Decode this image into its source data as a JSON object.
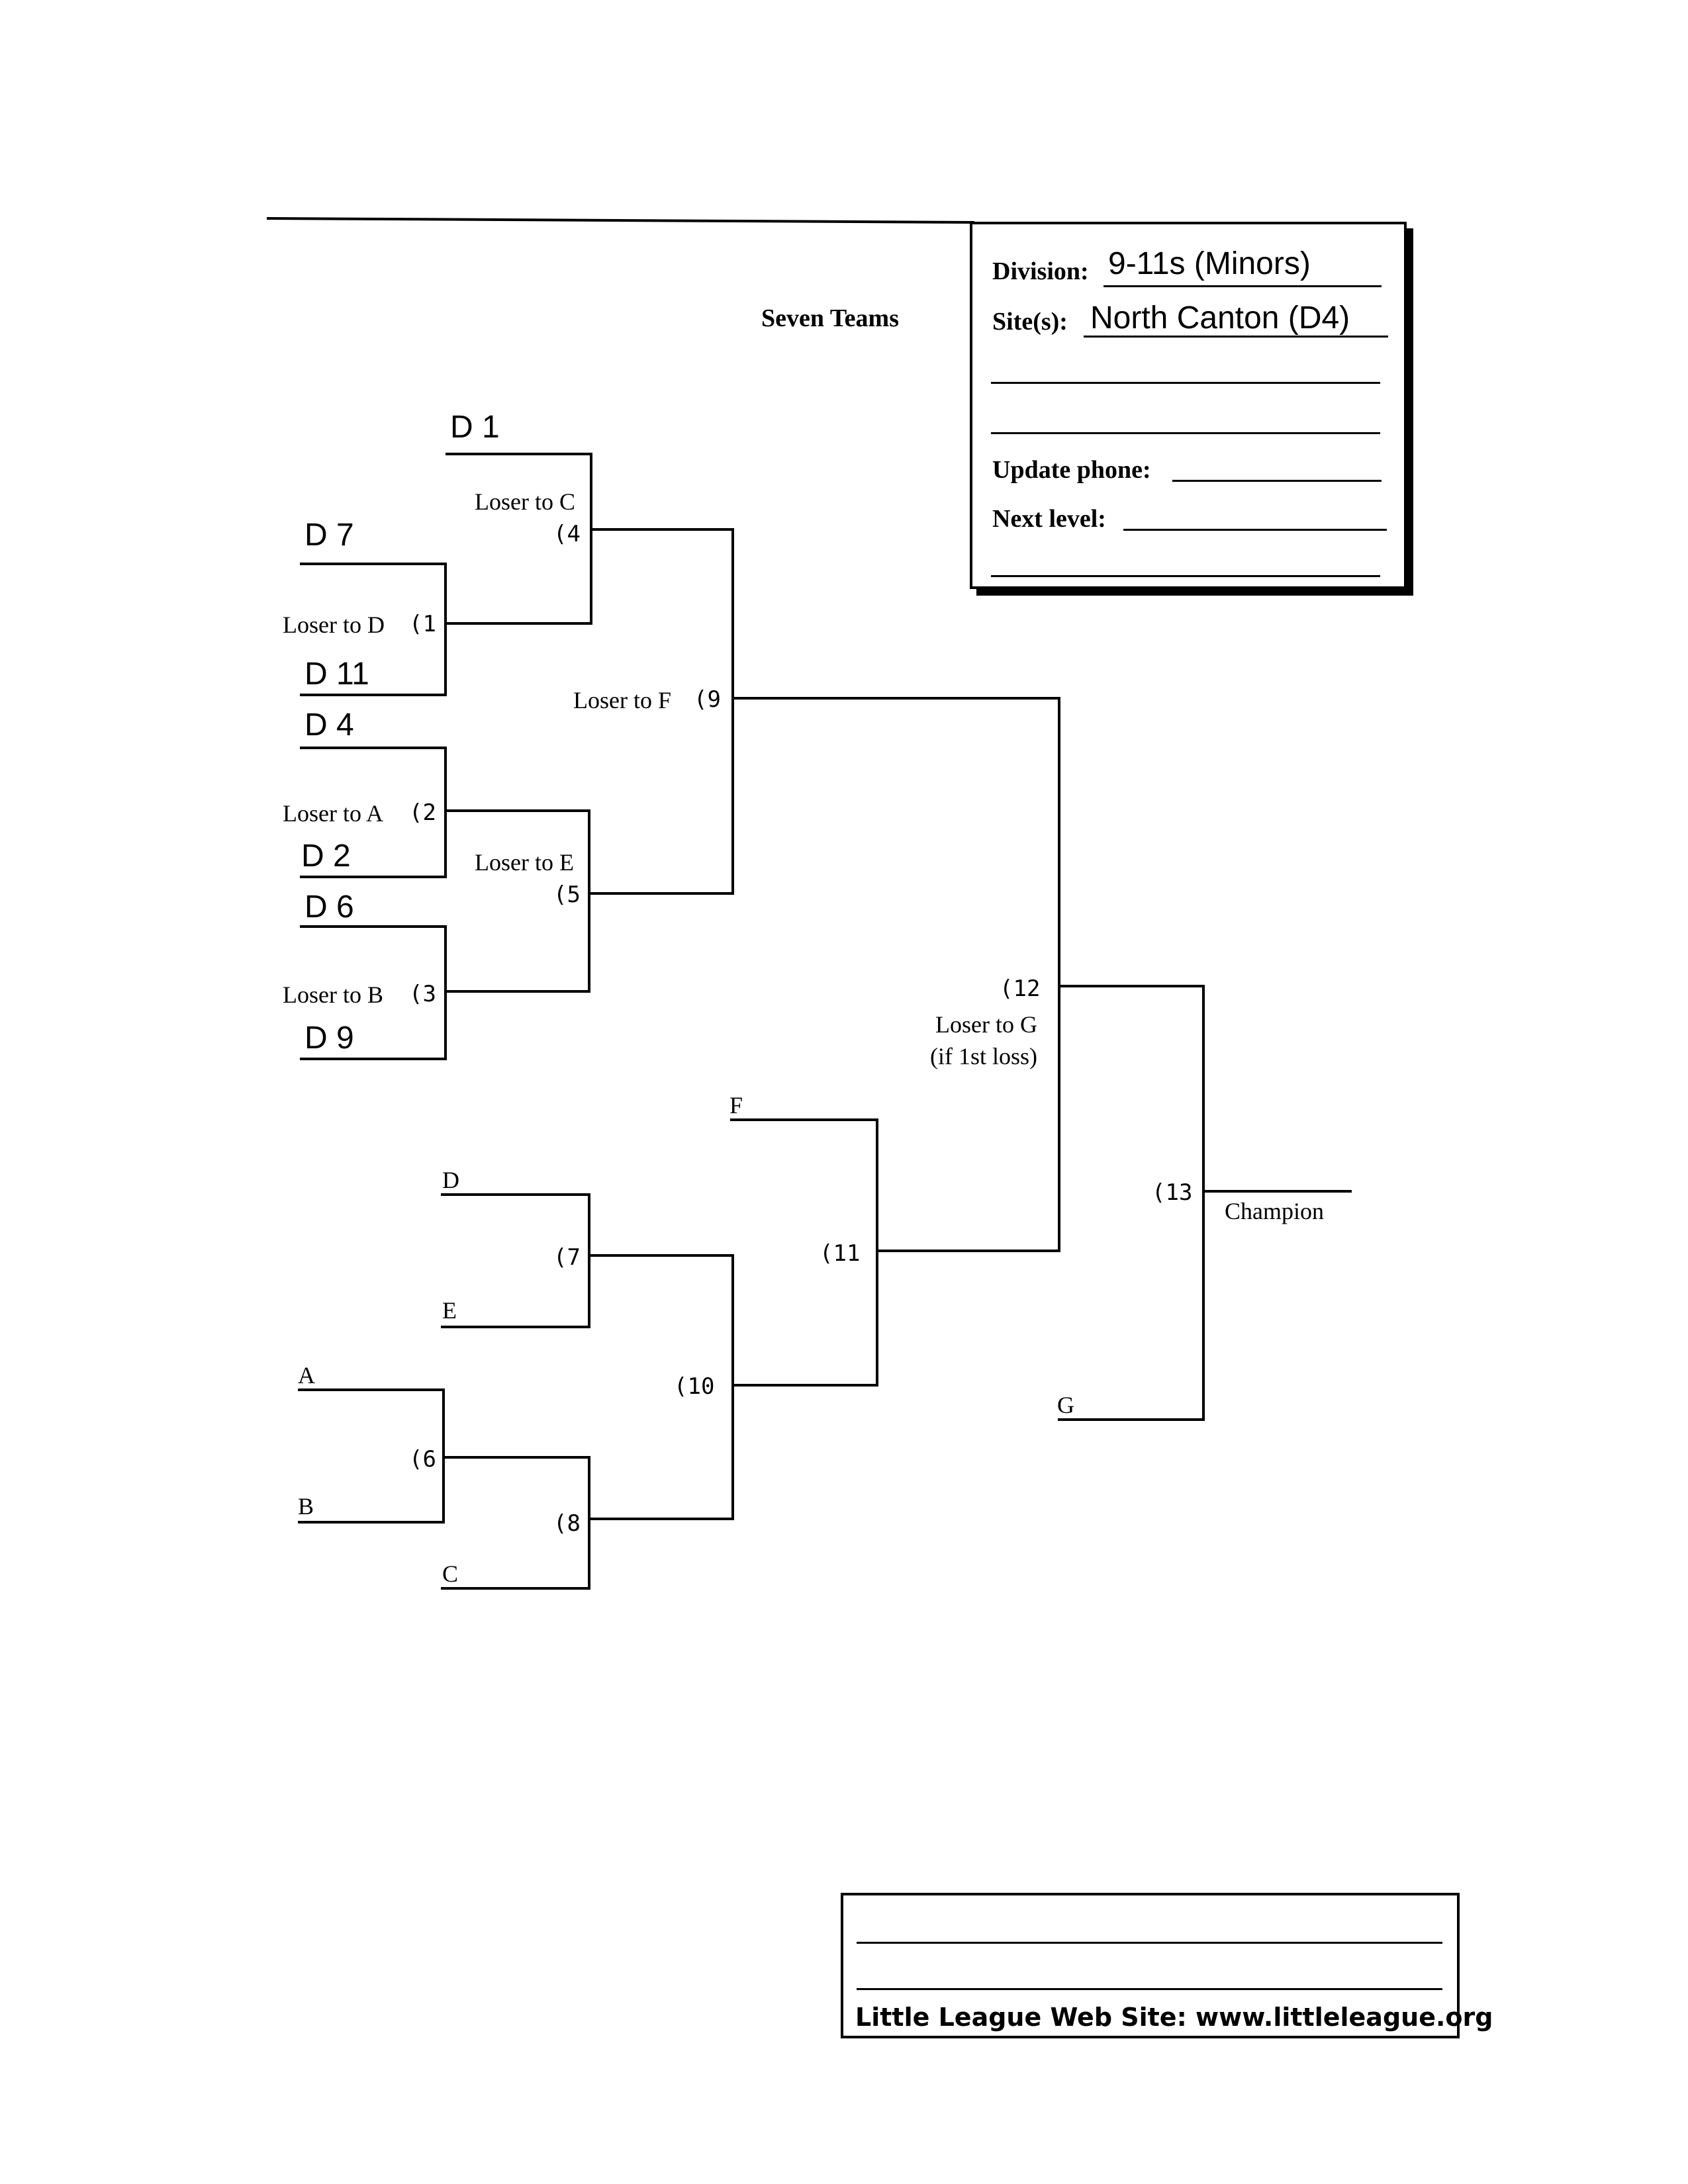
{
  "header": {
    "title": "Seven Teams"
  },
  "info_box": {
    "division_label": "Division:",
    "division_value": "9-11s (Minors)",
    "sites_label": "Site(s):",
    "sites_value": "North Canton (D4)",
    "update_phone_label": "Update phone:",
    "next_level_label": "Next level:"
  },
  "seeds": {
    "d1": "D 1",
    "d7": "D 7",
    "d11": "D 11",
    "d4": "D 4",
    "d2": "D 2",
    "d6": "D 6",
    "d9": "D 9"
  },
  "games": {
    "g1": "(1",
    "g2": "(2",
    "g3": "(3",
    "g4": "(4",
    "g5": "(5",
    "g6": "(6",
    "g7": "(7",
    "g8": "(8",
    "g9": "(9",
    "g10": "(10",
    "g11": "(11",
    "g12": "(12",
    "g13": "(13"
  },
  "loser_notes": {
    "g1": "Loser to D",
    "g2": "Loser to A",
    "g3": "Loser to B",
    "g4": "Loser to C",
    "g5": "Loser to E",
    "g9": "Loser to F",
    "g12_line1": "Loser to G",
    "g12_line2": "(if 1st loss)"
  },
  "loser_slots": {
    "a": "A",
    "b": "B",
    "c": "C",
    "d": "D",
    "e": "E",
    "f": "F",
    "g": "G"
  },
  "champion_label": "Champion",
  "footer": {
    "website": "Little League Web Site: www.littleleague.org"
  }
}
